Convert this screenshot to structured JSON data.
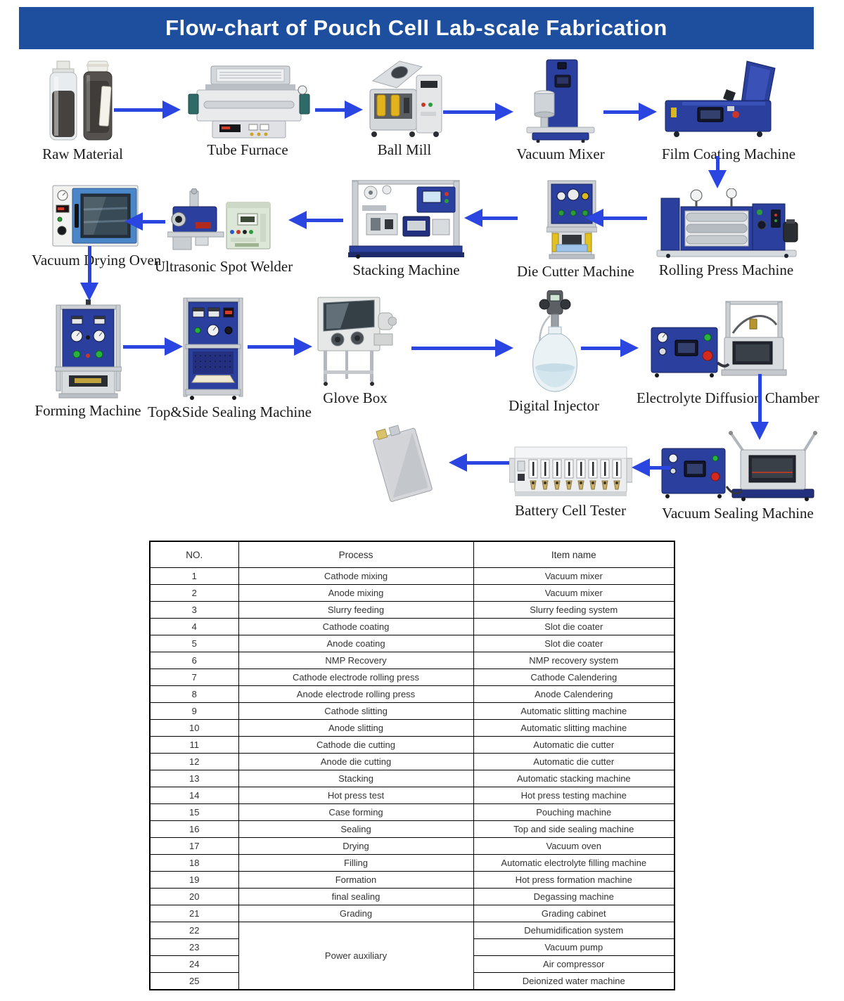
{
  "title": "Flow-chart of Pouch Cell Lab-scale Fabrication",
  "colors": {
    "banner": "#1e4f9e",
    "arrow": "#2b45e0",
    "machine_blue": "#2a3f9e"
  },
  "flowchart": {
    "nodes": [
      {
        "label": "Raw Material",
        "image": "raw-material"
      },
      {
        "label": "Tube Furnace",
        "image": "tube-furnace"
      },
      {
        "label": "Ball Mill",
        "image": "ball-mill"
      },
      {
        "label": "Vacuum Mixer",
        "image": "vacuum-mixer"
      },
      {
        "label": "Film Coating Machine",
        "image": "film-coating-machine"
      },
      {
        "label": "Rolling Press Machine",
        "image": "rolling-press-machine"
      },
      {
        "label": "Die Cutter Machine",
        "image": "die-cutter-machine"
      },
      {
        "label": "Stacking Machine",
        "image": "stacking-machine"
      },
      {
        "label": "Ultrasonic Spot Welder",
        "image": "ultrasonic-spot-welder"
      },
      {
        "label": "Vacuum Drying Oven",
        "image": "vacuum-drying-oven"
      },
      {
        "label": "Forming Machine",
        "image": "forming-machine"
      },
      {
        "label": "Top&Side Sealing Machine",
        "image": "top-side-sealing-machine"
      },
      {
        "label": "Glove Box",
        "image": "glove-box"
      },
      {
        "label": "Digital Injector",
        "image": "digital-injector"
      },
      {
        "label": "Electrolyte Diffusion Chamber",
        "image": "electrolyte-diffusion-chamber"
      },
      {
        "label": "Vacuum Sealing Machine",
        "image": "vacuum-sealing-machine"
      },
      {
        "label": "Battery Cell Tester",
        "image": "battery-cell-tester"
      },
      {
        "label": "",
        "image": "pouch-cell"
      }
    ]
  },
  "table": {
    "headers": [
      "NO.",
      "Process",
      "Item name"
    ],
    "merged_process": {
      "label": "Power auxiliary",
      "start_no": "22",
      "span": 4
    },
    "rows": [
      {
        "no": "1",
        "process": "Cathode mixing",
        "item": "Vacuum mixer"
      },
      {
        "no": "2",
        "process": "Anode mixing",
        "item": "Vacuum mixer"
      },
      {
        "no": "3",
        "process": "Slurry feeding",
        "item": "Slurry feeding system"
      },
      {
        "no": "4",
        "process": "Cathode coating",
        "item": "Slot die coater"
      },
      {
        "no": "5",
        "process": "Anode coating",
        "item": "Slot die coater"
      },
      {
        "no": "6",
        "process": "NMP Recovery",
        "item": "NMP recovery system"
      },
      {
        "no": "7",
        "process": "Cathode electrode rolling press",
        "item": "Cathode Calendering"
      },
      {
        "no": "8",
        "process": "Anode electrode rolling press",
        "item": "Anode Calendering"
      },
      {
        "no": "9",
        "process": "Cathode slitting",
        "item": "Automatic slitting machine"
      },
      {
        "no": "10",
        "process": "Anode slitting",
        "item": "Automatic slitting machine"
      },
      {
        "no": "11",
        "process": "Cathode die cutting",
        "item": "Automatic die cutter"
      },
      {
        "no": "12",
        "process": "Anode die cutting",
        "item": "Automatic die cutter"
      },
      {
        "no": "13",
        "process": "Stacking",
        "item": "Automatic stacking machine"
      },
      {
        "no": "14",
        "process": "Hot press test",
        "item": "Hot press testing machine"
      },
      {
        "no": "15",
        "process": "Case forming",
        "item": "Pouching machine"
      },
      {
        "no": "16",
        "process": "Sealing",
        "item": "Top and side sealing machine"
      },
      {
        "no": "17",
        "process": "Drying",
        "item": "Vacuum oven"
      },
      {
        "no": "18",
        "process": "Filling",
        "item": "Automatic electrolyte filling machine"
      },
      {
        "no": "19",
        "process": "Formation",
        "item": "Hot press formation machine"
      },
      {
        "no": "20",
        "process": "final sealing",
        "item": "Degassing machine"
      },
      {
        "no": "21",
        "process": "Grading",
        "item": "Grading cabinet"
      },
      {
        "no": "22",
        "process": null,
        "item": "Dehumidification system"
      },
      {
        "no": "23",
        "process": null,
        "item": "Vacuum pump"
      },
      {
        "no": "24",
        "process": null,
        "item": "Air compressor"
      },
      {
        "no": "25",
        "process": null,
        "item": "Deionized water machine"
      }
    ]
  }
}
